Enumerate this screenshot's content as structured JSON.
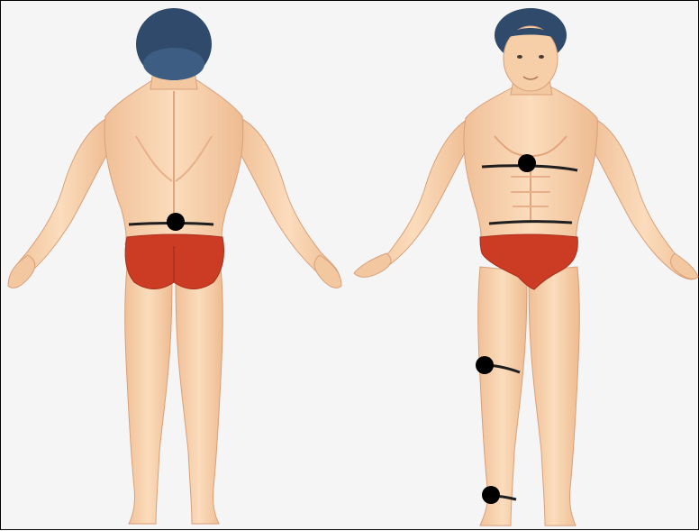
{
  "figure": {
    "background": "#f5f5f5",
    "border_color": "#000000",
    "skin_color": "#f6cfa8",
    "skin_shade": "#e9ae83",
    "hair_color": "#2f4a6b",
    "briefs_color": "#cc3b24",
    "line_color": "#1f1f1f",
    "dot_color": "#000000"
  },
  "views": [
    {
      "id": "back",
      "label": "",
      "markers": [
        "lower-back"
      ],
      "bands": [
        "waist"
      ]
    },
    {
      "id": "front",
      "label": "",
      "markers": [
        "chest",
        "knee",
        "ankle"
      ],
      "bands": [
        "chest",
        "waist",
        "knee",
        "ankle"
      ]
    }
  ]
}
